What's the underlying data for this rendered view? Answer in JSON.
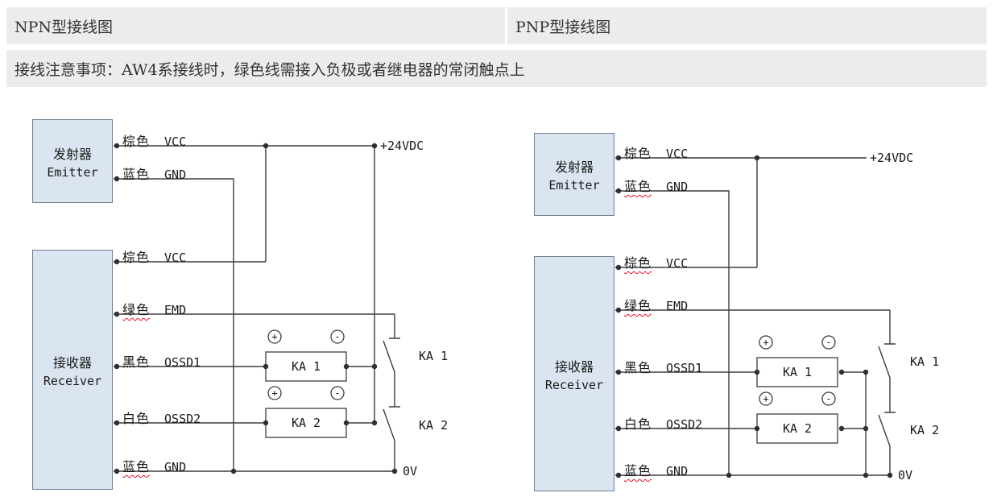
{
  "header": {
    "section_npn": "NPN型接线图",
    "section_pnp": "PNP型接线图",
    "note": "接线注意事项：AW4系接线时，绿色线需接入负极或者继电器的常闭触点上"
  },
  "colors": {
    "band_bg": "#ececec",
    "device_box_fill": "#dbe5f1",
    "device_box_border": "#70808f",
    "wire": "#3d3d3d",
    "squiggle": "#e81123",
    "text": "#262626"
  },
  "npn": {
    "emitter": {
      "zh": "发射器",
      "en": "Emitter"
    },
    "receiver": {
      "zh": "接收器",
      "en": "Receiver"
    },
    "supply_pos": "+24VDC",
    "supply_neg": "0V",
    "wires": [
      {
        "zh": "棕色",
        "en": "VCC",
        "squiggle": false
      },
      {
        "zh": "蓝色",
        "en": "GND",
        "squiggle": false
      },
      {
        "zh": "棕色",
        "en": "VCC",
        "squiggle": false
      },
      {
        "zh": "绿色",
        "en": "EMD",
        "squiggle": true
      },
      {
        "zh": "黑色",
        "en": "OSSD1",
        "squiggle": false
      },
      {
        "zh": "白色",
        "en": "OSSD2",
        "squiggle": false
      },
      {
        "zh": "蓝色",
        "en": "GND",
        "squiggle": true
      }
    ],
    "coils": [
      {
        "label": "KA 1",
        "plus": "+",
        "minus": "-"
      },
      {
        "label": "KA 2",
        "plus": "+",
        "minus": "-"
      }
    ],
    "contacts": [
      {
        "label": "KA 1"
      },
      {
        "label": "KA 2"
      }
    ]
  },
  "pnp": {
    "emitter": {
      "zh": "发射器",
      "en": "Emitter"
    },
    "receiver": {
      "zh": "接收器",
      "en": "Receiver"
    },
    "supply_pos": "+24VDC",
    "supply_neg": "0V",
    "wires": [
      {
        "zh": "棕色",
        "en": "VCC",
        "squiggle": false
      },
      {
        "zh": "蓝色",
        "en": "GND",
        "squiggle": true
      },
      {
        "zh": "棕色",
        "en": "VCC",
        "squiggle": true
      },
      {
        "zh": "绿色",
        "en": "EMD",
        "squiggle": true
      },
      {
        "zh": "黑色",
        "en": "OSSD1",
        "squiggle": false
      },
      {
        "zh": "白色",
        "en": "OSSD2",
        "squiggle": false
      },
      {
        "zh": "蓝色",
        "en": "GND",
        "squiggle": true
      }
    ],
    "coils": [
      {
        "label": "KA 1",
        "plus": "+",
        "minus": "-"
      },
      {
        "label": "KA 2",
        "plus": "+",
        "minus": "-"
      }
    ],
    "contacts": [
      {
        "label": "KA 1"
      },
      {
        "label": "KA 2"
      }
    ]
  }
}
